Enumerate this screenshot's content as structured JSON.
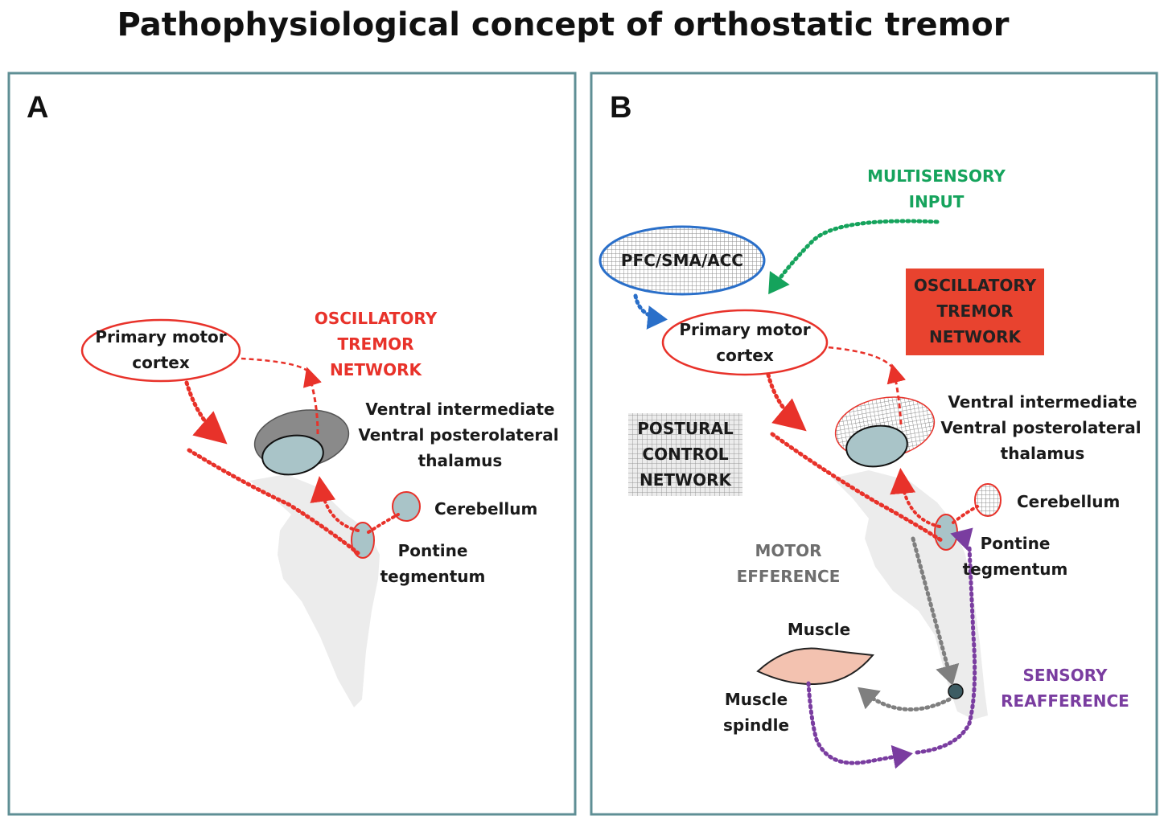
{
  "title": "Pathophysiological concept of orthostatic tremor",
  "panels": {
    "a": {
      "letter": "A",
      "network_label": [
        "OSCILLATORY",
        "TREMOR",
        "NETWORK"
      ],
      "cortex_label": [
        "Primary motor",
        "cortex"
      ],
      "thalamus_label": [
        "Ventral intermediate",
        "Ventral posterolateral",
        "thalamus"
      ],
      "cerebellum_label": "Cerebellum",
      "pontine_label": [
        "Pontine",
        "tegmentum"
      ]
    },
    "b": {
      "letter": "B",
      "multisensory_label": [
        "MULTISENSORY",
        "INPUT"
      ],
      "pfc_label": "PFC/SMA/ACC",
      "network_label": [
        "OSCILLATORY",
        "TREMOR",
        "NETWORK"
      ],
      "cortex_label": [
        "Primary motor",
        "cortex"
      ],
      "postural_label": [
        "POSTURAL",
        "CONTROL",
        "NETWORK"
      ],
      "thalamus_label": [
        "Ventral intermediate",
        "Ventral posterolateral",
        "thalamus"
      ],
      "cerebellum_label": "Cerebellum",
      "pontine_label": [
        "Pontine",
        "tegmentum"
      ],
      "motor_efference_label": [
        "MOTOR",
        "EFFERENCE"
      ],
      "muscle_label": "Muscle",
      "spindle_label": [
        "Muscle",
        "spindle"
      ],
      "sensory_label": [
        "SENSORY",
        "REAFFERENCE"
      ]
    }
  },
  "colors": {
    "panel_border": "#5f8f95",
    "tremor_red": "#e8322a",
    "multisensory_green": "#15a35c",
    "pfc_blue": "#2a6fc9",
    "efference_gray": "#7f7f7f",
    "reafference_purple": "#7a3da0",
    "brainstem_gray": "#ececec",
    "thalamus_gray": "#8a8a8a",
    "nucleus_teal": "#a9c4c8",
    "muscle_pink": "#f3c2b0"
  }
}
